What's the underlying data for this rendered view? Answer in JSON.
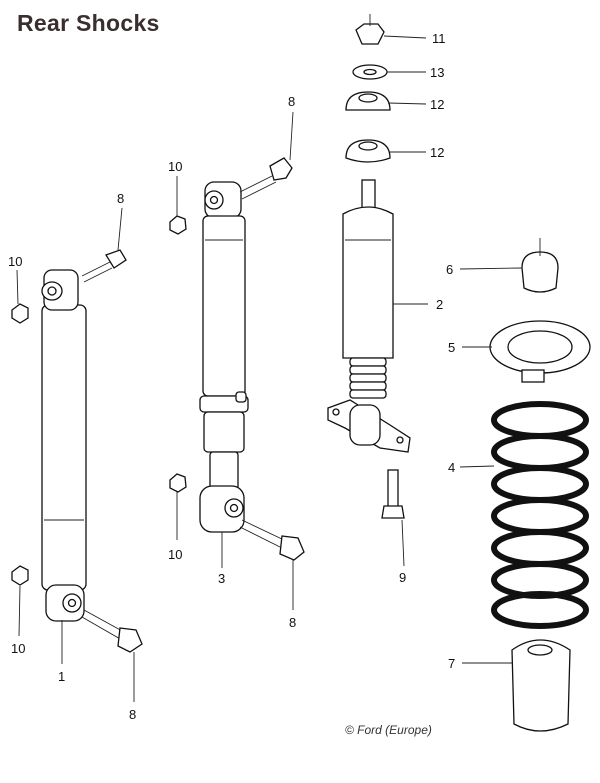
{
  "title": "Rear Shocks",
  "copyright": "© Ford (Europe)",
  "callouts": {
    "nut_top": "11",
    "washer_top": "13",
    "insulator_upper": "12",
    "insulator_lower": "12",
    "bolt_upper_mid": "8",
    "nut_upper_mid": "10",
    "bolt_upper_left": "8",
    "nut_upper_left": "10",
    "bump_stop": "6",
    "shock_2": "2",
    "spring_seat": "5",
    "spring": "4",
    "nut_lower_mid": "10",
    "shock_3": "3",
    "bolt_shock2": "9",
    "bolt_lower_mid": "8",
    "nut_lower_left": "10",
    "shock_1": "1",
    "boot": "7",
    "bolt_lower_left": "8"
  }
}
